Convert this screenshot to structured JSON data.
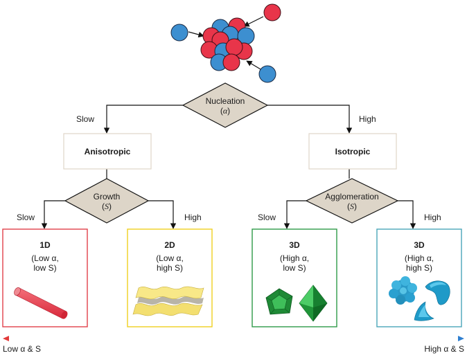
{
  "nucleation": {
    "line1": "Nucleation",
    "line2_open": "(",
    "line2_sym": "α",
    "line2_close": ")"
  },
  "branch_top": {
    "left": "Slow",
    "right": "High"
  },
  "anisotropic": "Anisotropic",
  "isotropic": "Isotropic",
  "growth": {
    "line1": "Growth",
    "line2_open": "(",
    "line2_sym": "S",
    "line2_close": ")"
  },
  "agglomeration": {
    "line1": "Agglomeration",
    "line2_open": "(",
    "line2_sym": "S",
    "line2_close": ")"
  },
  "branch_left": {
    "left": "Slow",
    "right": "High"
  },
  "branch_right": {
    "left": "Slow",
    "right": "High"
  },
  "boxes": [
    {
      "title": "1D",
      "line1": "(Low α,",
      "line2": "low S)",
      "border": "#e0404a",
      "shape": "red-rod"
    },
    {
      "title": "2D",
      "line1": "(Low α,",
      "line2": "high S)",
      "border": "#f0d020",
      "shape": "yellow-sheets"
    },
    {
      "title": "3D",
      "line1": "(High α,",
      "line2": "low S)",
      "border": "#2e9a48",
      "shape": "green-polyhedra"
    },
    {
      "title": "3D",
      "line1": "(High α,",
      "line2": "high S)",
      "border": "#4aa6b8",
      "shape": "blue-irregular"
    }
  ],
  "scale": {
    "left": "Low α & S",
    "right": "High α & S"
  },
  "colors": {
    "red_atom": "#e8354a",
    "blue_atom": "#3d8fd0",
    "node_fill": "#ddd5c8",
    "box_border": "#e0d6c8"
  }
}
